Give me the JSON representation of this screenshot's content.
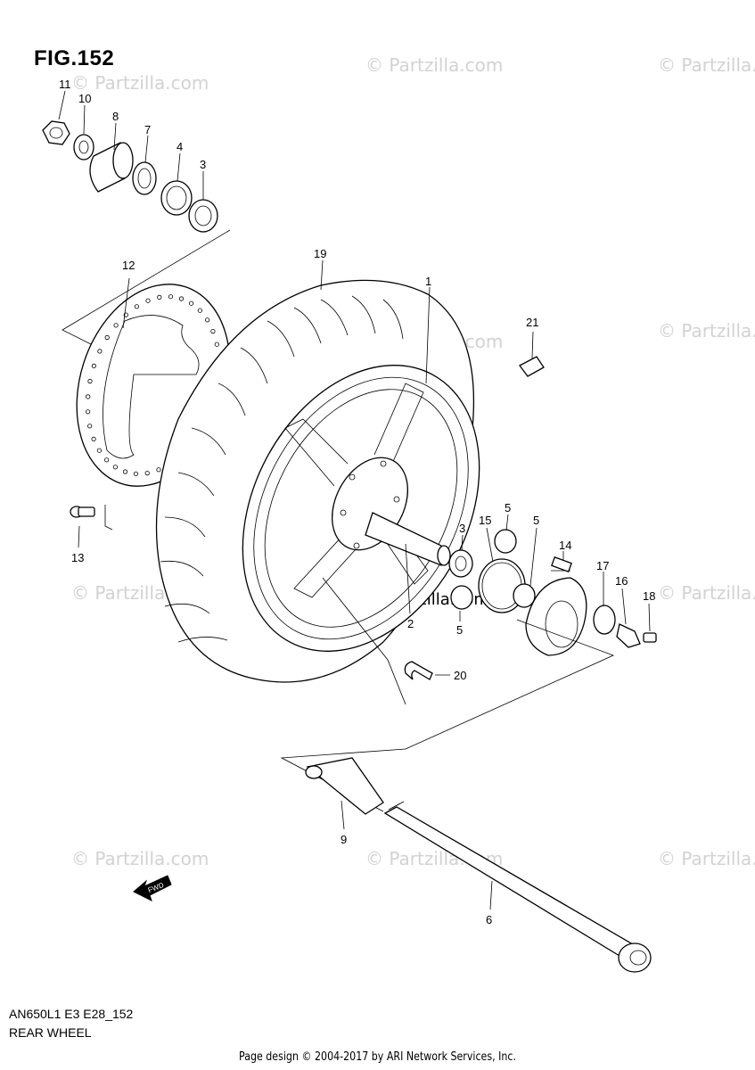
{
  "figure": {
    "title": "FIG.152",
    "code": "AN650L1 E3 E28_152",
    "name": "REAR WHEEL",
    "footer": "Page design © 2004-2017 by ARI Network Services, Inc."
  },
  "watermark": "© Partzilla.com",
  "watermark_dark": "© Partzilla.com",
  "fwd_label": "FWD",
  "callouts": [
    {
      "id": "c11",
      "text": "11"
    },
    {
      "id": "c10",
      "text": "10"
    },
    {
      "id": "c8",
      "text": "8"
    },
    {
      "id": "c7",
      "text": "7"
    },
    {
      "id": "c4",
      "text": "4"
    },
    {
      "id": "c3a",
      "text": "3"
    },
    {
      "id": "c12",
      "text": "12"
    },
    {
      "id": "c19",
      "text": "19"
    },
    {
      "id": "c1",
      "text": "1"
    },
    {
      "id": "c21",
      "text": "21"
    },
    {
      "id": "c5a",
      "text": "5"
    },
    {
      "id": "c15",
      "text": "15"
    },
    {
      "id": "c5b",
      "text": "5"
    },
    {
      "id": "c3b",
      "text": "3"
    },
    {
      "id": "c14",
      "text": "14"
    },
    {
      "id": "c17",
      "text": "17"
    },
    {
      "id": "c16",
      "text": "16"
    },
    {
      "id": "c18",
      "text": "18"
    },
    {
      "id": "c2",
      "text": "2"
    },
    {
      "id": "c5c",
      "text": "5"
    },
    {
      "id": "c13",
      "text": "13"
    },
    {
      "id": "c20",
      "text": "20"
    },
    {
      "id": "c9",
      "text": "9"
    },
    {
      "id": "c6",
      "text": "6"
    }
  ]
}
